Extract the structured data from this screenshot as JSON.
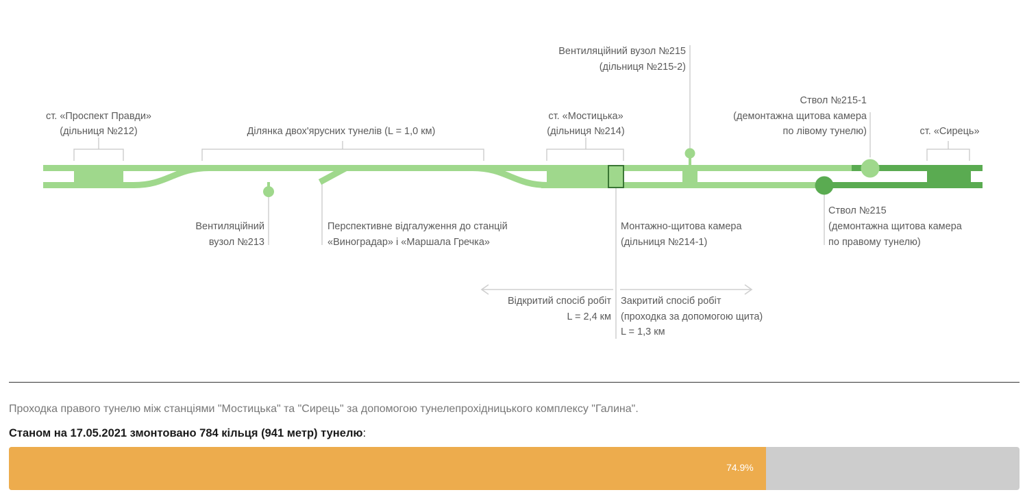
{
  "diagram": {
    "labels": {
      "prospekt_pravdy_1": "ст. «Проспект Правди»",
      "prospekt_pravdy_2": "(дільниця №212)",
      "double_deck": "Ділянка двох'ярусних тунелів (L = 1,0 км)",
      "mostytska_1": "ст. «Мостицька»",
      "mostytska_2": "(дільниця №214)",
      "vent215_1": "Вентиляційний вузол №215",
      "vent215_2": "(дільниця №215-2)",
      "shaft2151_1": "Ствол №215-1",
      "shaft2151_2": "(демонтажна щитова камера",
      "shaft2151_3": "по лівому тунелю)",
      "syrets": "ст. «Сирець»",
      "vent213_1": "Вентиляційний",
      "vent213_2": "вузол №213",
      "branch_1": "Перспективне відгалуження до станцій",
      "branch_2": "«Виноградар» і «Маршала Гречка»",
      "chamber_1": "Монтажно-щитова камера",
      "chamber_2": "(дільниця №214-1)",
      "shaft215_1": "Ствол №215",
      "shaft215_2": "(демонтажна щитова камера",
      "shaft215_3": "по правому тунелю)",
      "open_1": "Відкритий спосіб робіт",
      "open_2": "L = 2,4 км",
      "closed_1": "Закритий спосіб робіт",
      "closed_2": "(проходка за допомогою щита)",
      "closed_3": "L = 1,3 км"
    },
    "colors": {
      "light_track": "#9fd88c",
      "dark_track": "#5aab51",
      "chamber_outline": "#2e6b2a",
      "leader": "#c8c8c8"
    }
  },
  "caption": "Проходка правого тунелю між станціями \"Мостицька\" та \"Сирець\" за допомогою тунелепрохідницького комплексу \"Галина\".",
  "status": {
    "bold": "Станом на 17.05.2021 змонтовано 784 кільця (941 метр) тунелю",
    "suffix": ":"
  },
  "progress": {
    "fraction": 0.749,
    "label": "74.9%",
    "fill_color": "#edac4d",
    "track_color": "#cdcdcd"
  }
}
